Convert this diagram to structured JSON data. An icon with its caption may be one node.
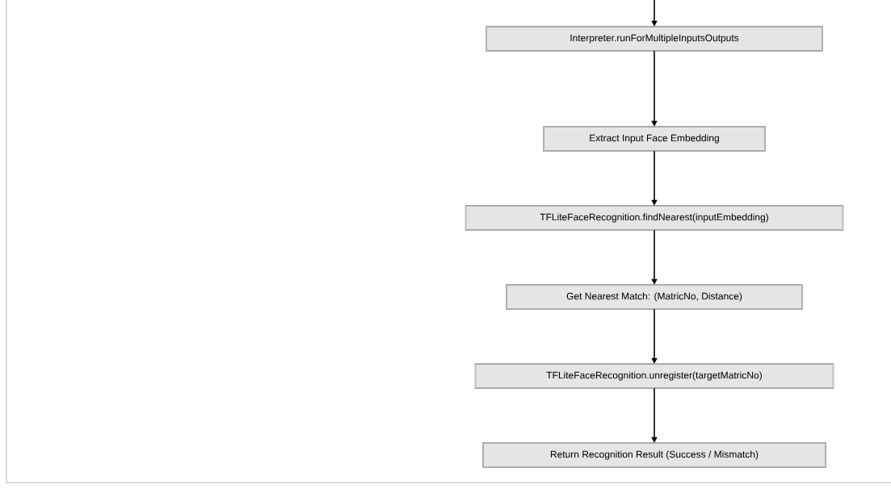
{
  "diagram": {
    "nodes": [
      {
        "text": [
          "Interpreter.runForMultipleInputsOutputs"
        ]
      },
      {
        "text": [
          "Extract Input Face Embedding"
        ]
      },
      {
        "text": [
          "TFLiteFaceRecognition.findNearest(inputEmbedding)"
        ]
      },
      {
        "text": [
          "Get Nearest Match: (MatricNo, Distance)"
        ]
      },
      {
        "text": [
          "TFLiteFaceRecognition.unregister(targetMatricNo)"
        ]
      },
      {
        "text": [
          "Return Recognition Result (Success / Mismatch)"
        ]
      }
    ],
    "edges": [
      {
        "from": null,
        "to": 0,
        "arrow": "to"
      },
      {
        "from": 0,
        "to": 1,
        "arrow": "to"
      },
      {
        "from": 1,
        "to": 2,
        "arrow": "to"
      },
      {
        "from": 2,
        "to": 3,
        "arrow": "to"
      },
      {
        "from": 3,
        "to": 4,
        "arrow": "to"
      },
      {
        "from": 4,
        "to": 5,
        "arrow": "to"
      }
    ]
  }
}
